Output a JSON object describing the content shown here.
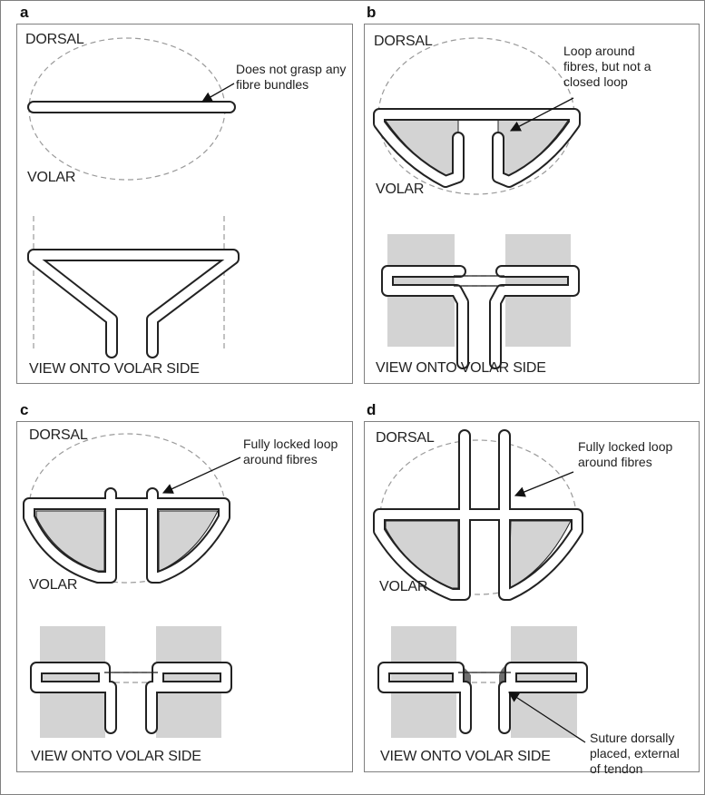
{
  "panels": {
    "a": {
      "label": "a",
      "dorsal": "DORSAL",
      "volar": "VOLAR",
      "note": [
        "Does not grasp any",
        "fibre bundles"
      ],
      "view": "VIEW ONTO VOLAR SIDE"
    },
    "b": {
      "label": "b",
      "dorsal": "DORSAL",
      "volar": "VOLAR",
      "note": [
        "Loop  around",
        "fibres, but not a",
        "closed loop"
      ],
      "view": "VIEW ONTO VOLAR SIDE"
    },
    "c": {
      "label": "c",
      "dorsal": "DORSAL",
      "volar": "VOLAR",
      "note": [
        "Fully locked loop",
        "around fibres"
      ],
      "view": "VIEW ONTO VOLAR SIDE"
    },
    "d": {
      "label": "d",
      "dorsal": "DORSAL",
      "volar": "VOLAR",
      "note": [
        "Fully locked loop",
        "around fibres"
      ],
      "note2": [
        "Suture dorsally",
        "placed, external",
        "of tendon"
      ],
      "view": "VIEW ONTO VOLAR SIDE"
    }
  },
  "colors": {
    "fibre_fill": "#d3d3d3",
    "suture_fill": "#ffffff",
    "outline": "#222222",
    "dashed": "#9a9a9a",
    "dorsal_suture": "#6e6e6e"
  }
}
